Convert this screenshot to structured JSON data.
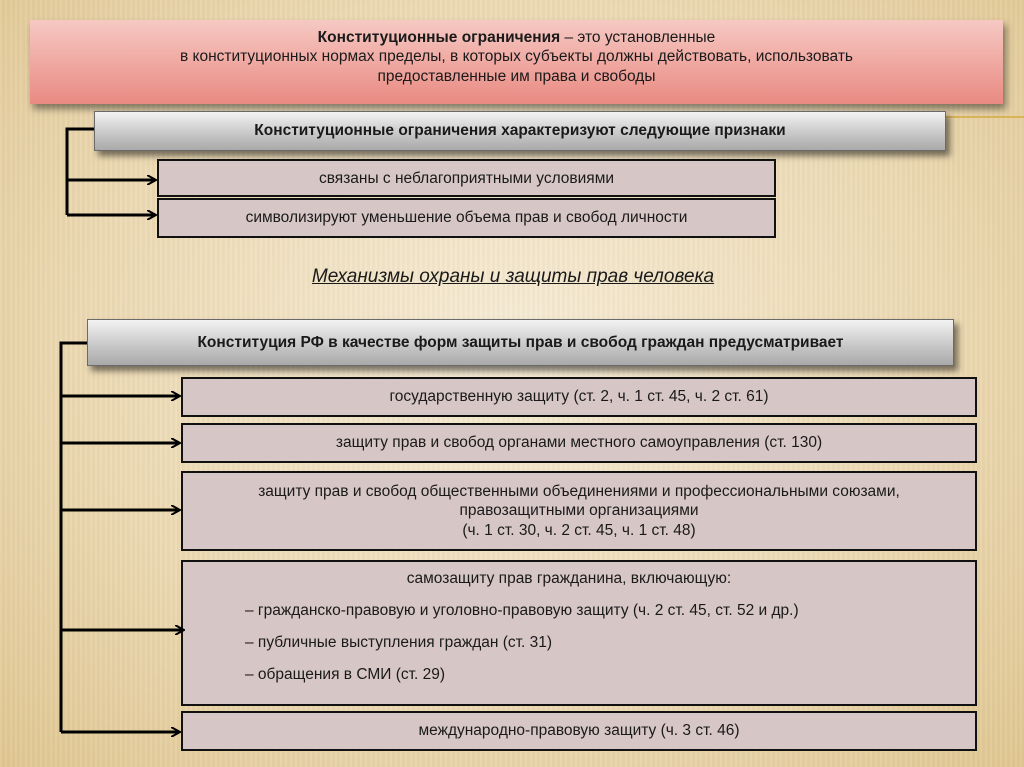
{
  "definition": {
    "term": "Конституционные ограничения",
    "line1_rest": " – это установленные",
    "line2": "в конституционных нормах пределы, в которых субъекты должны действовать, использовать",
    "line3": "предоставленные им права и свободы"
  },
  "features": {
    "header": "Конституционные ограничения характеризуют следующие признаки",
    "items": [
      "связаны с неблагоприятными условиями",
      "символизируют уменьшение объема прав и свобод личности"
    ]
  },
  "section_title": "Механизмы охраны и защиты прав человека",
  "protection": {
    "header": "Конституция РФ в качестве форм защиты прав и свобод граждан предусматривает",
    "item1": "государственную защиту (ст. 2, ч. 1 ст. 45, ч. 2 ст. 61)",
    "item2": "защиту прав и свобод органами местного самоуправления (ст. 130)",
    "item3": {
      "line1": "защиту прав и свобод общественными объединениями и профессиональными союзами,",
      "line2": "правозащитными организациями",
      "line3": "(ч. 1 ст. 30, ч. 2 ст. 45, ч. 1 ст. 48)"
    },
    "item4": {
      "head": "самозащиту прав гражданина, включающую:",
      "sub1": "– гражданско-правовую и уголовно-правовую защиту (ч. 2 ст. 45, ст. 52 и др.)",
      "sub2": "– публичные выступления граждан (ст. 31)",
      "sub3": "– обращения в СМИ (ст. 29)"
    },
    "item5": "международно-правовую защиту (ч. 3 ст. 46)"
  },
  "colors": {
    "definition_box": "#e98a82",
    "header_bar": "#c9c9c9",
    "item_box": "#d7c6c6",
    "background": "#ecd9b2",
    "connector": "#000000"
  }
}
